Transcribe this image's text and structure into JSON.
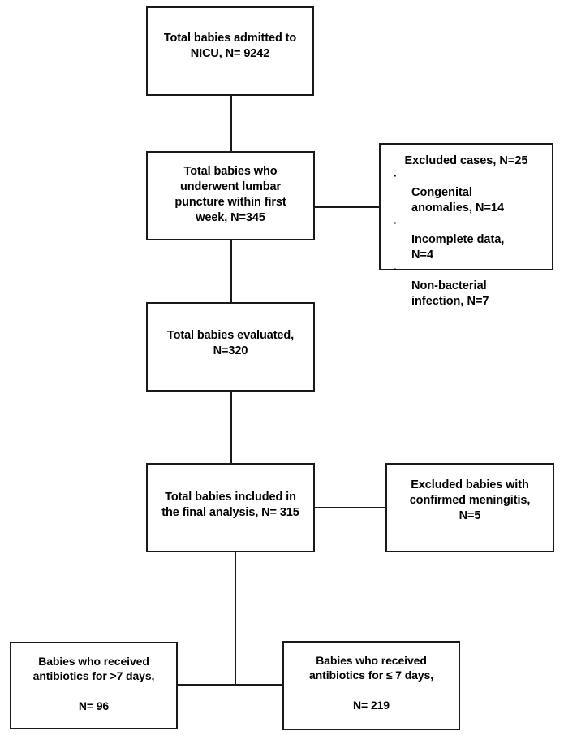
{
  "diagram": {
    "title": "Study participant flow diagram",
    "type": "flowchart",
    "line_color": "#1a1a1a",
    "background_color": "#ffffff",
    "nodes": {
      "admitted": {
        "text": "Total babies admitted to\nNICU, N= 9242",
        "label": "Total babies admitted to NICU",
        "n": "9242"
      },
      "lumbar": {
        "text": "Total babies who\nunderwent lumbar\npuncture within first\nweek, N=345",
        "label": "Total babies who underwent lumbar puncture within first week",
        "n": "345"
      },
      "excluded_cases": {
        "title": "Excluded cases, N=25",
        "n": "25",
        "items": [
          {
            "bullet": "·",
            "text": "Congenital\nanomalies, N=14",
            "n": "14"
          },
          {
            "bullet": "·",
            "text": "Incomplete data,\nN=4",
            "n": "4"
          },
          {
            "bullet": "·",
            "text": "Non-bacterial\ninfection, N=7",
            "n": "7"
          }
        ]
      },
      "evaluated": {
        "text": "Total babies evaluated,\nN=320",
        "label": "Total babies evaluated",
        "n": "320"
      },
      "final": {
        "text": "Total babies included in\nthe final analysis, N= 315",
        "label": "Total babies included in the final analysis",
        "n": "315"
      },
      "excluded_meningitis": {
        "text": "Excluded babies with\nconfirmed meningitis,\nN=5",
        "label": "Excluded babies with confirmed meningitis",
        "n": "5"
      },
      "gt7": {
        "text": "Babies who received\nantibiotics for >7 days,\n\nN= 96",
        "label": "Babies who received antibiotics for >7 days",
        "n": "96"
      },
      "le7": {
        "text": "Babies who received\nantibiotics for ≤ 7 days,\n\nN= 219",
        "label": "Babies who received antibiotics for ≤ 7 days",
        "n": "219"
      }
    }
  }
}
